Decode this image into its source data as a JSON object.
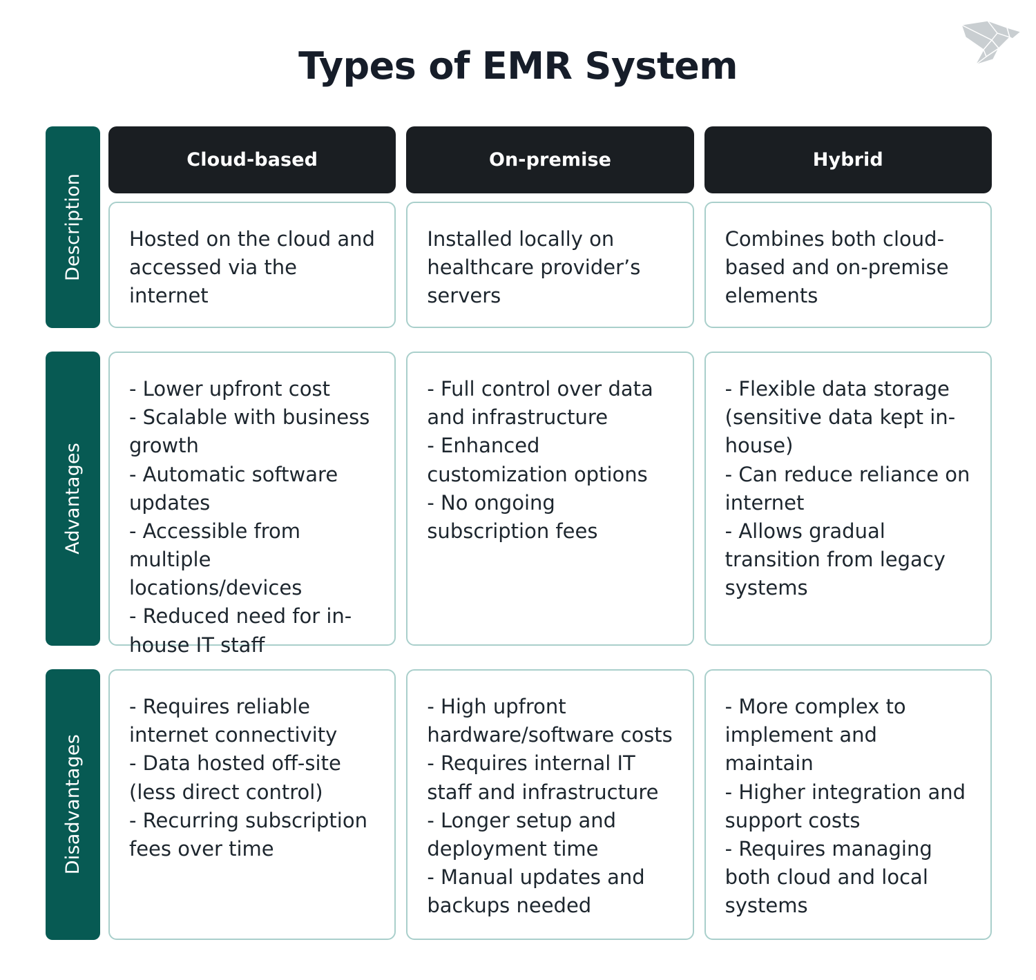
{
  "page": {
    "title": "Types of EMR System",
    "background_color": "#ffffff",
    "title_color": "#161d29",
    "accent_teal": "#075a53",
    "header_dark": "#1a1e22",
    "card_border": "#a9cfcb",
    "logo_color": "#c9cfd1"
  },
  "logo": {
    "name": "origami-bird-logo"
  },
  "columns": [
    {
      "label": "Cloud-based"
    },
    {
      "label": "On-premise"
    },
    {
      "label": "Hybrid"
    }
  ],
  "rows": [
    {
      "label": "Description",
      "cells": [
        "Hosted on the cloud and accessed via the internet",
        "Installed locally on healthcare provider’s servers",
        "Combines both cloud-based and on-premise elements"
      ]
    },
    {
      "label": "Advantages",
      "cells": [
        "- Lower upfront cost\n- Scalable with business growth\n- Automatic software updates\n- Accessible from multiple locations/devices\n- Reduced need for in-house IT staff",
        "- Full control over data and infrastructure\n- Enhanced customization options\n- No ongoing subscription fees",
        "- Flexible data storage (sensitive data kept in-house)\n- Can reduce reliance on internet\n- Allows gradual transition from legacy systems"
      ]
    },
    {
      "label": "Disadvantages",
      "cells": [
        "- Requires reliable internet connectivity\n- Data hosted off-site (less direct control)\n- Recurring subscription fees over time",
        "- High upfront hardware/software costs\n- Requires internal IT staff and infrastructure\n- Longer setup and deployment time\n- Manual updates and backups needed",
        "- More complex to implement and maintain\n- Higher integration and support costs\n- Requires managing both cloud and local systems"
      ]
    }
  ]
}
